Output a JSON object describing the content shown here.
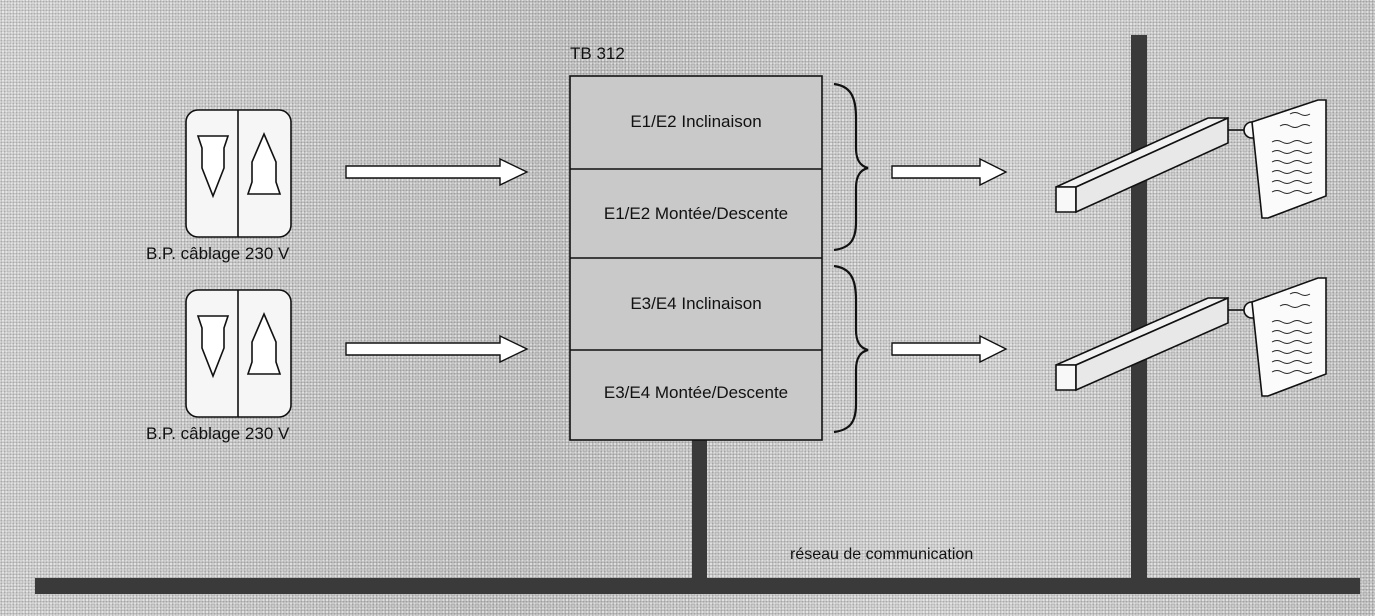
{
  "push_buttons": [
    {
      "label": "B.P. câblage 230 V",
      "down_icon": "arrow-down-icon",
      "up_icon": "arrow-up-icon"
    },
    {
      "label": "B.P. câblage 230 V",
      "down_icon": "arrow-down-icon",
      "up_icon": "arrow-up-icon"
    }
  ],
  "module": {
    "title": "TB 312",
    "rows": [
      "E1/E2 Inclinaison",
      "E1/E2 Montée/Descente",
      "E3/E4 Inclinaison",
      "E3/E4 Montée/Descente"
    ]
  },
  "network_label": "réseau de communication",
  "blinds": [
    {
      "icon": "roller-blind-icon"
    },
    {
      "icon": "roller-blind-icon"
    }
  ]
}
